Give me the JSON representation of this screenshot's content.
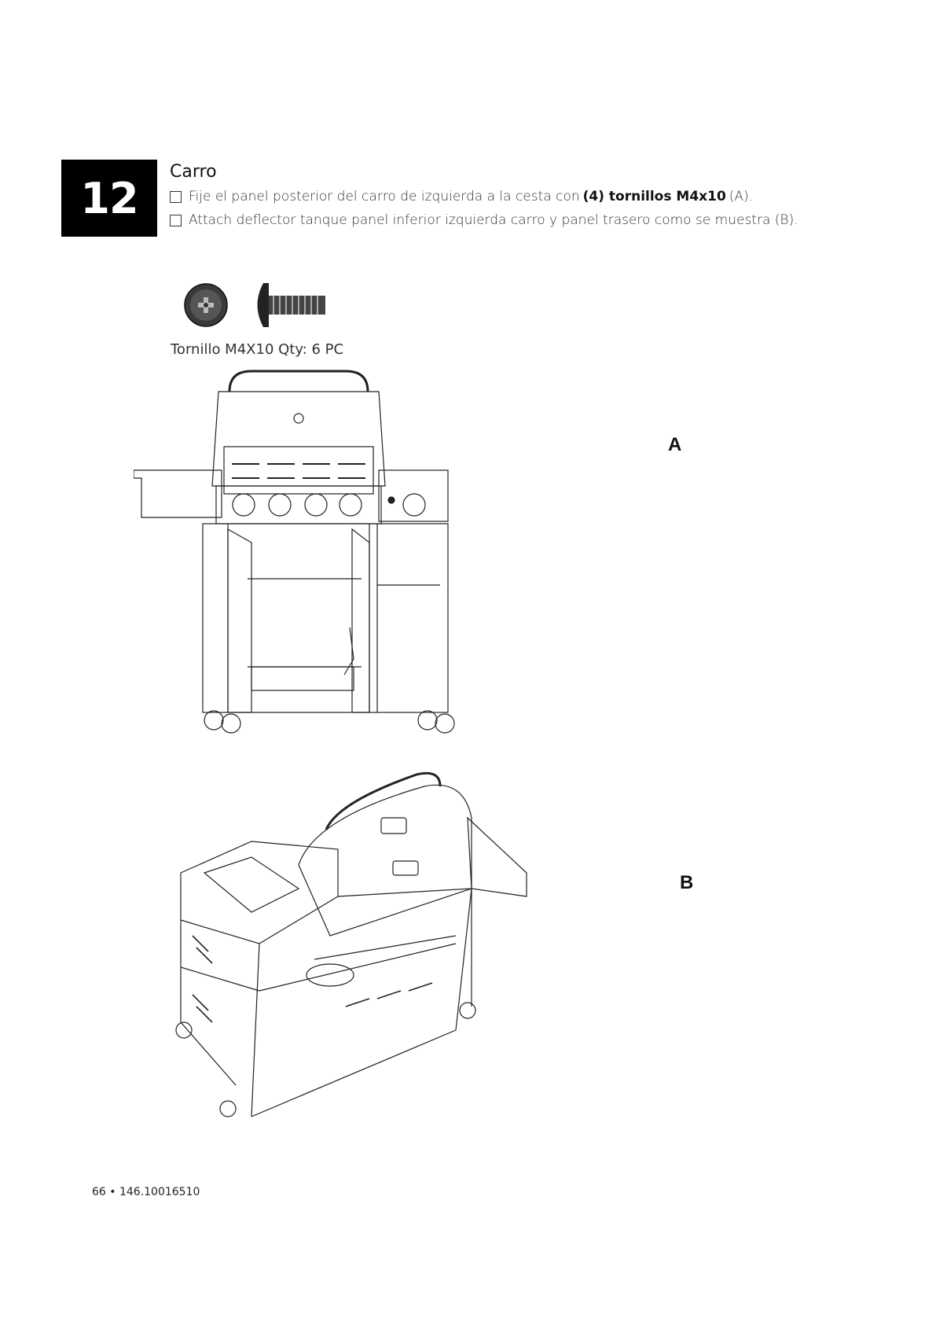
{
  "step": {
    "number": "12",
    "title": "Carro"
  },
  "instructions": [
    {
      "before": "Fije el panel posterior del carro de izquierda a la cesta con",
      "bold": "(4) tornillos M4x10",
      "after": "(A)."
    },
    {
      "text": "Attach deflector tanque panel inferior izquierda carro y panel trasero como se muestra (B)."
    }
  ],
  "part": {
    "caption": "Tornillo M4X10 Qty: 6 PC",
    "icons": [
      "screw-head-icon",
      "screw-side-icon"
    ]
  },
  "figures": {
    "a_label": "A",
    "b_label": "B"
  },
  "footer": {
    "page": "66 • 146.10016510"
  }
}
